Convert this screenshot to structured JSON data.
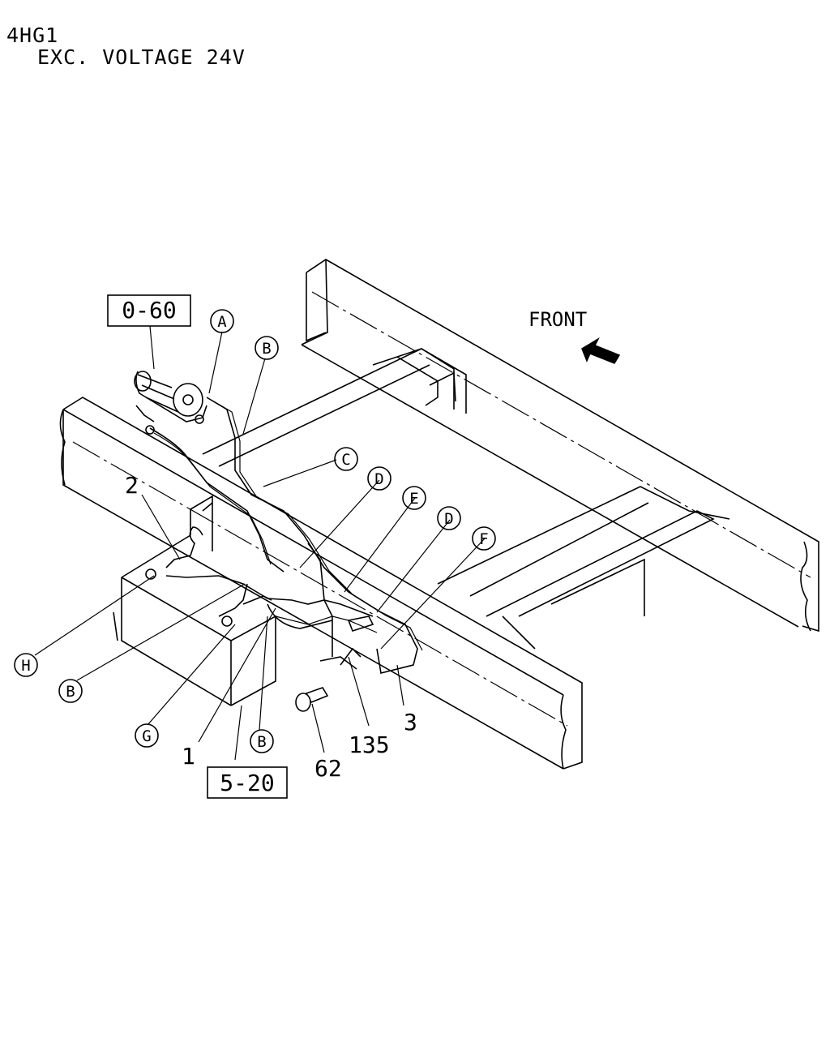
{
  "header": {
    "line1": "4HG1",
    "line2": "EXC. VOLTAGE 24V"
  },
  "direction": {
    "label": "FRONT"
  },
  "ref_boxes": {
    "starter": "0-60",
    "battery": "5-20"
  },
  "callouts": {
    "a": "A",
    "b_top": "B",
    "c": "C",
    "d_left": "D",
    "e": "E",
    "d_right": "D",
    "f": "F",
    "h": "H",
    "b_left": "B",
    "g": "G",
    "b_bottom": "B"
  },
  "part_numbers": {
    "p1": "1",
    "p2": "2",
    "p3": "3",
    "p62": "62",
    "p135": "135"
  }
}
